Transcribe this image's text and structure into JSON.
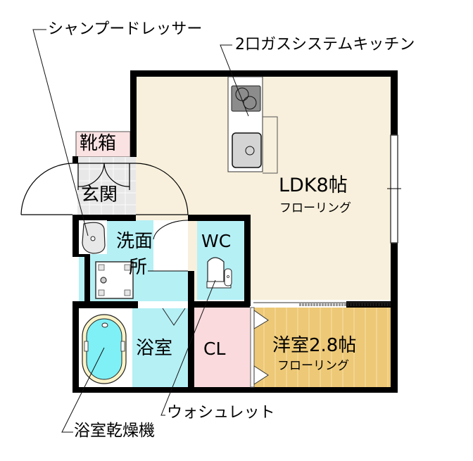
{
  "callouts": {
    "shampoo_dresser": "シャンプードレッサー",
    "gas_kitchen": "2口ガスシステムキッチン",
    "bath_dryer": "浴室乾燥機",
    "washlet": "ウォシュレット"
  },
  "rooms": {
    "ldk": {
      "name": "LDK8帖",
      "floor": "フローリング",
      "color": "#f8f0dc"
    },
    "shoe_box": {
      "name": "靴箱",
      "color": "#fbe2e2"
    },
    "entrance": {
      "name": "玄関",
      "color": "#e6e6e6"
    },
    "washroom": {
      "name_line1": "洗面",
      "name_line2": "所",
      "color": "#b5f0f5"
    },
    "wc": {
      "name": "WC",
      "color": "#b5f0f5"
    },
    "bathroom": {
      "name": "浴室",
      "color": "#b5f0f5"
    },
    "closet": {
      "name": "CL",
      "color": "#fadadd"
    },
    "western_room": {
      "name": "洋室2.8帖",
      "floor": "フローリング",
      "color": "#edc876"
    }
  },
  "colors": {
    "wall": "#000000",
    "line": "#333333",
    "stove": "#8c8c8c",
    "sink": "#d4d4d4",
    "tub_rim": "#fbf3c8",
    "tub_water": "#7ff0f5"
  }
}
